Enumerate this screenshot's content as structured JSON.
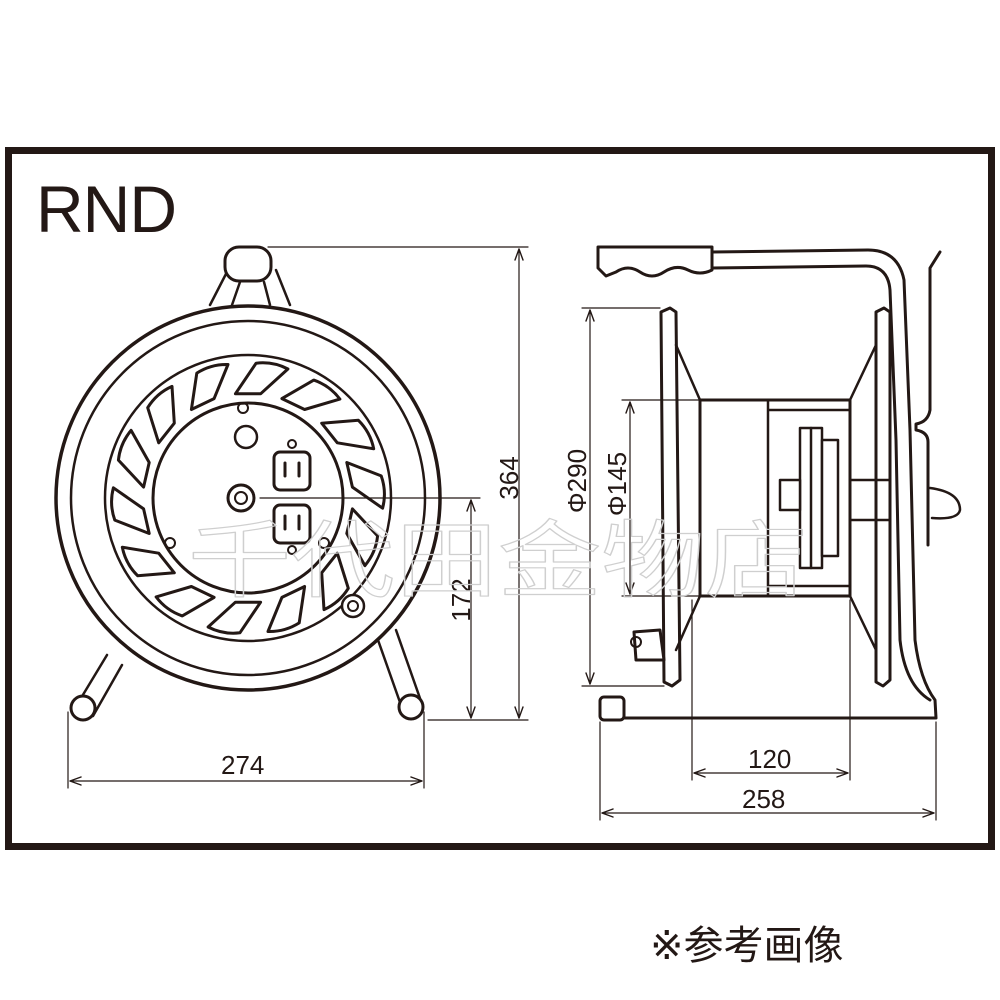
{
  "model": "RND",
  "dimensions": {
    "width_front": "274",
    "height_total": "364",
    "center_height": "172",
    "flange_diameter": "Φ290",
    "drum_diameter": "Φ145",
    "drum_width": "120",
    "depth_total": "258"
  },
  "watermark": "千代田金物店",
  "note": "※参考画像"
}
